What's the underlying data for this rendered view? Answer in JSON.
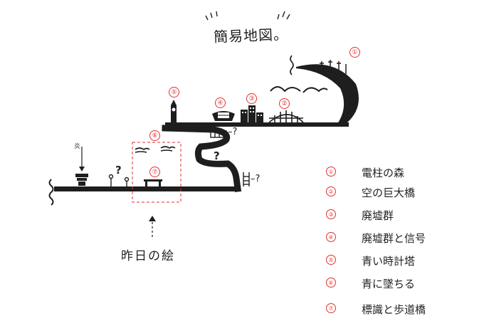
{
  "title": "簡易地図。",
  "caption": "昨日の絵",
  "fire_label": "炎",
  "unknown_mark": "?",
  "ladder_q": "–?",
  "stair_q": "–?",
  "markers": [
    "①",
    "②",
    "③",
    "④",
    "⑤",
    "⑥",
    "⑦"
  ],
  "legend": [
    {
      "num": "①",
      "label": "電柱の森"
    },
    {
      "num": "②",
      "label": "空の巨大橋"
    },
    {
      "num": "③",
      "label": "廃墟群"
    },
    {
      "num": "④",
      "label": "廃墟群と信号"
    },
    {
      "num": "⑤",
      "label": "青い時計塔"
    },
    {
      "num": "⑥",
      "label": "青に墜ちる"
    },
    {
      "num": "⑦",
      "label": "標識と歩道橋"
    }
  ],
  "colors": {
    "ink": "#1e1e1e",
    "marker": "#e23030"
  }
}
